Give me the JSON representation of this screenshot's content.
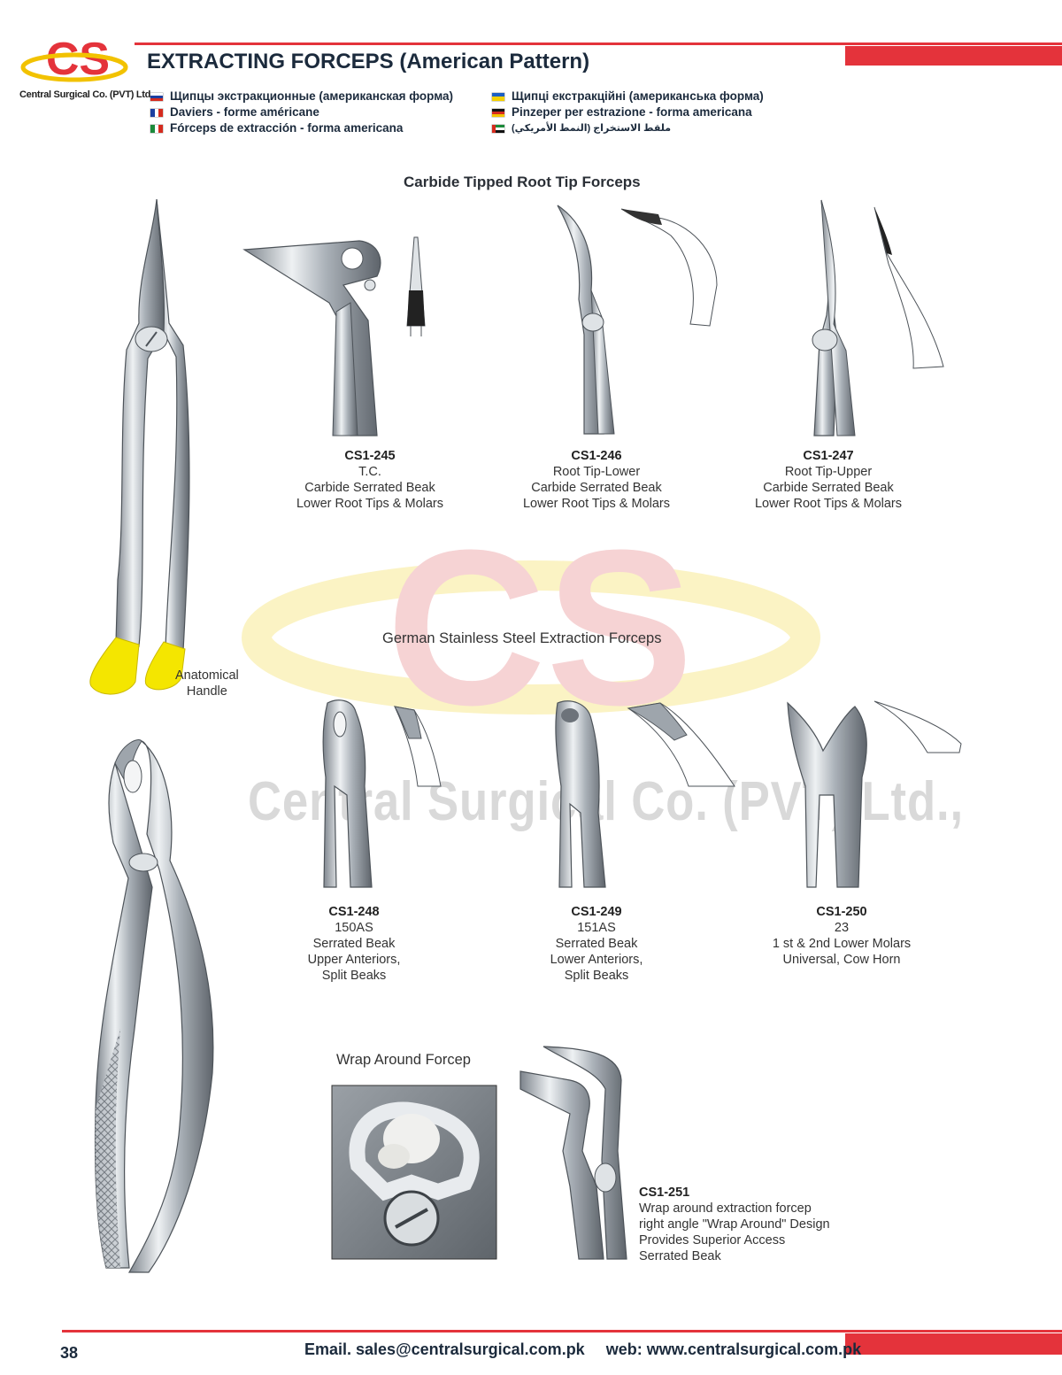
{
  "header": {
    "logo_letters": "CS",
    "company_name": "Central Surgical Co. (PVT) Ltd.",
    "title": "EXTRACTING FORCEPS (American Pattern)",
    "translations": [
      {
        "flag": "russia-flag-icon",
        "text": "Щипцы экстракционные (американская форма)"
      },
      {
        "flag": "france-flag-icon",
        "text": "Daviers - forme américane"
      },
      {
        "flag": "italy-flag-icon",
        "text": "Fórceps de extracción - forma americana"
      },
      {
        "flag": "ukraine-flag-icon",
        "text": "Щипці екстракційні (американська форма)"
      },
      {
        "flag": "germany-flag-icon",
        "text": "Pinzeper per estrazione - forma americana"
      },
      {
        "flag": "uae-flag-icon",
        "text": "ملقط الاستخراج (النمط الأمريكي)"
      }
    ]
  },
  "sections": {
    "carbide_title": "Carbide Tipped Root Tip Forceps",
    "german_title": "German Stainless Steel Extraction Forceps",
    "wrap_title": "Wrap Around Forcep",
    "anatomical_label": [
      "Anatomical",
      "Handle"
    ]
  },
  "products": {
    "cs1_245": {
      "code": "CS1-245",
      "lines": [
        "T.C.",
        "Carbide Serrated Beak",
        "Lower Root Tips & Molars"
      ]
    },
    "cs1_246": {
      "code": "CS1-246",
      "lines": [
        "Root Tip-Lower",
        "Carbide Serrated Beak",
        "Lower Root Tips & Molars"
      ]
    },
    "cs1_247": {
      "code": "CS1-247",
      "lines": [
        "Root Tip-Upper",
        "Carbide Serrated Beak",
        "Lower Root Tips & Molars"
      ]
    },
    "cs1_248": {
      "code": "CS1-248",
      "lines": [
        "150AS",
        "Serrated Beak",
        "Upper Anteriors,",
        "Split Beaks"
      ]
    },
    "cs1_249": {
      "code": "CS1-249",
      "lines": [
        "151AS",
        "Serrated Beak",
        "Lower Anteriors,",
        "Split Beaks"
      ]
    },
    "cs1_250": {
      "code": "CS1-250",
      "lines": [
        "23",
        "1 st & 2nd Lower Molars",
        "Universal, Cow Horn"
      ]
    },
    "cs1_251": {
      "code": "CS1-251",
      "lines": [
        "Wrap around extraction forcep",
        "right angle \"Wrap Around\" Design",
        "Provides Superior Access",
        "Serrated Beak"
      ]
    }
  },
  "watermark": {
    "letters": "CS",
    "text": "Central Surgical Co. (PVT) Ltd.,"
  },
  "footer": {
    "page_number": "38",
    "email": "Email. sales@centralsurgical.com.pk",
    "web": "web: www.centralsurgical.com.pk"
  },
  "colors": {
    "accent_red": "#e4333b",
    "navy": "#1b2a3c",
    "handle_yellow": "#f4e600",
    "steel": "#b8bec5"
  }
}
